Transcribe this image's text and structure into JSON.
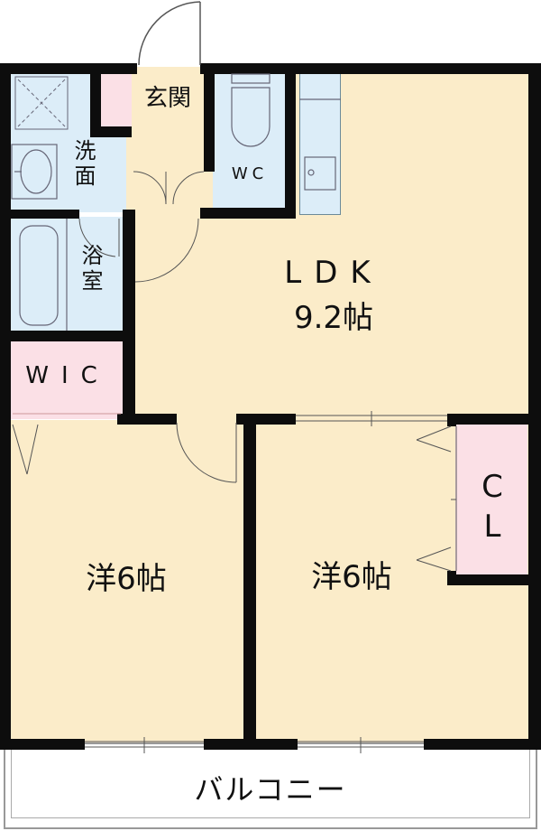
{
  "floorplan": {
    "rooms": {
      "entrance": {
        "label": "玄関"
      },
      "washroom": {
        "label": "洗面"
      },
      "wc": {
        "label": "WC"
      },
      "bathroom": {
        "label": "浴室"
      },
      "wic": {
        "label": "WIC"
      },
      "ldk": {
        "label": "LDK",
        "size": "9.2帖"
      },
      "western_left": {
        "label": "洋6帖"
      },
      "western_right": {
        "label": "洋6帖"
      },
      "closet": {
        "label_line1": "C",
        "label_line2": "L"
      },
      "balcony": {
        "label": "バルコニー"
      }
    },
    "colors": {
      "living": "#fbecc9",
      "wet": "#dcedf8",
      "storage": "#fbe0e6",
      "wall": "#0d0d0d"
    }
  }
}
